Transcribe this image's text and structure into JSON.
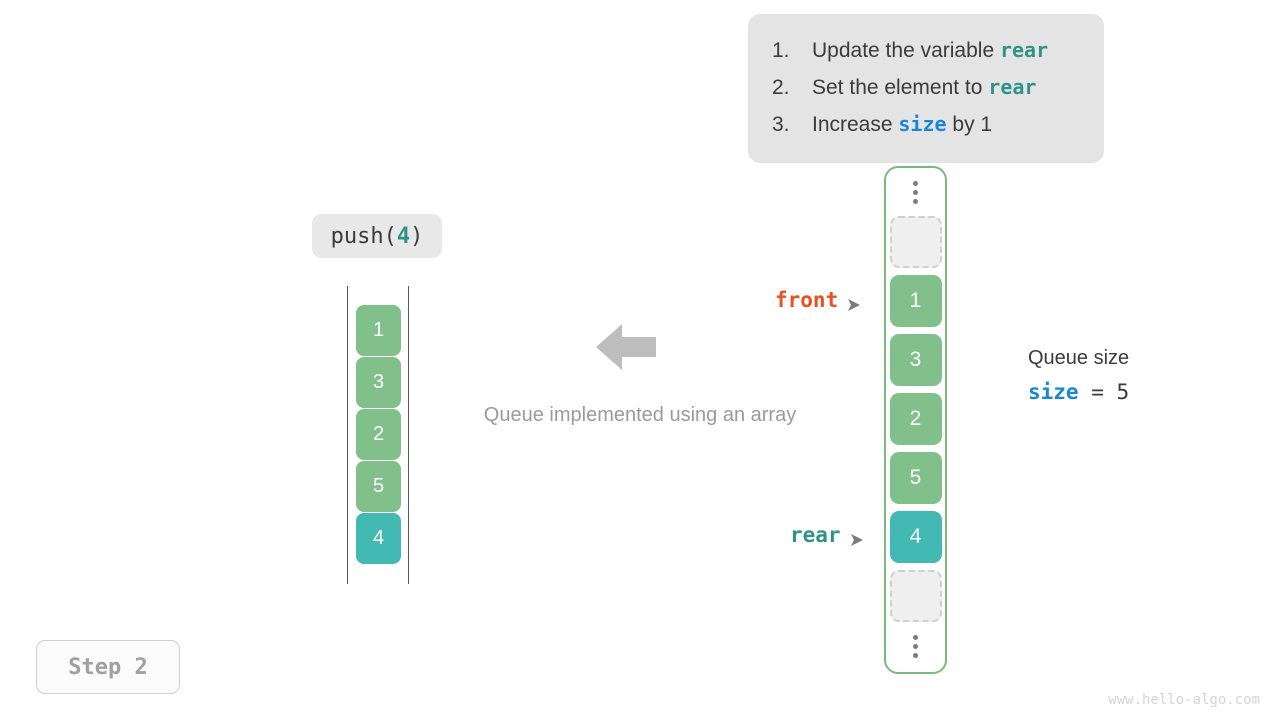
{
  "instructions": {
    "items": [
      {
        "num": "1.",
        "pre": "Update the variable ",
        "code": "rear",
        "code_style": "teal",
        "post": ""
      },
      {
        "num": "2.",
        "pre": "Set the element to ",
        "code": "rear",
        "code_style": "teal",
        "post": ""
      },
      {
        "num": "3.",
        "pre": "Increase ",
        "code": "size",
        "code_style": "blue",
        "post": " by 1"
      }
    ]
  },
  "operation": {
    "name": "push(",
    "arg": "4",
    "close": ")"
  },
  "array_panel": {
    "cells": [
      {
        "value": "1",
        "style": "green"
      },
      {
        "value": "3",
        "style": "green"
      },
      {
        "value": "2",
        "style": "green"
      },
      {
        "value": "5",
        "style": "green"
      },
      {
        "value": "4",
        "style": "teal"
      }
    ]
  },
  "caption": "Queue implemented using an array",
  "queue_column": {
    "top_ellipsis": "vertical-ellipsis",
    "bottom_ellipsis": "vertical-ellipsis",
    "slots": [
      {
        "value": "",
        "style": "empty"
      },
      {
        "value": "1",
        "style": "green"
      },
      {
        "value": "3",
        "style": "green"
      },
      {
        "value": "2",
        "style": "green"
      },
      {
        "value": "5",
        "style": "green"
      },
      {
        "value": "4",
        "style": "teal"
      },
      {
        "value": "",
        "style": "empty"
      }
    ]
  },
  "pointers": {
    "front": {
      "label": "front",
      "color": "#e8521e"
    },
    "rear": {
      "label": "rear",
      "color": "#2f9488"
    }
  },
  "queue_size": {
    "title": "Queue size",
    "var": "size",
    "equals": " = ",
    "value": "5"
  },
  "step": {
    "label": "Step 2"
  },
  "watermark": "www.hello-algo.com",
  "colors": {
    "green_cell": "#81c08a",
    "teal_cell": "#43b9b4",
    "container_border": "#7cb97f",
    "front_accent": "#e8521e",
    "rear_accent": "#2f9488",
    "size_accent": "#1a86d8",
    "card_background": "#e4e4e4"
  }
}
